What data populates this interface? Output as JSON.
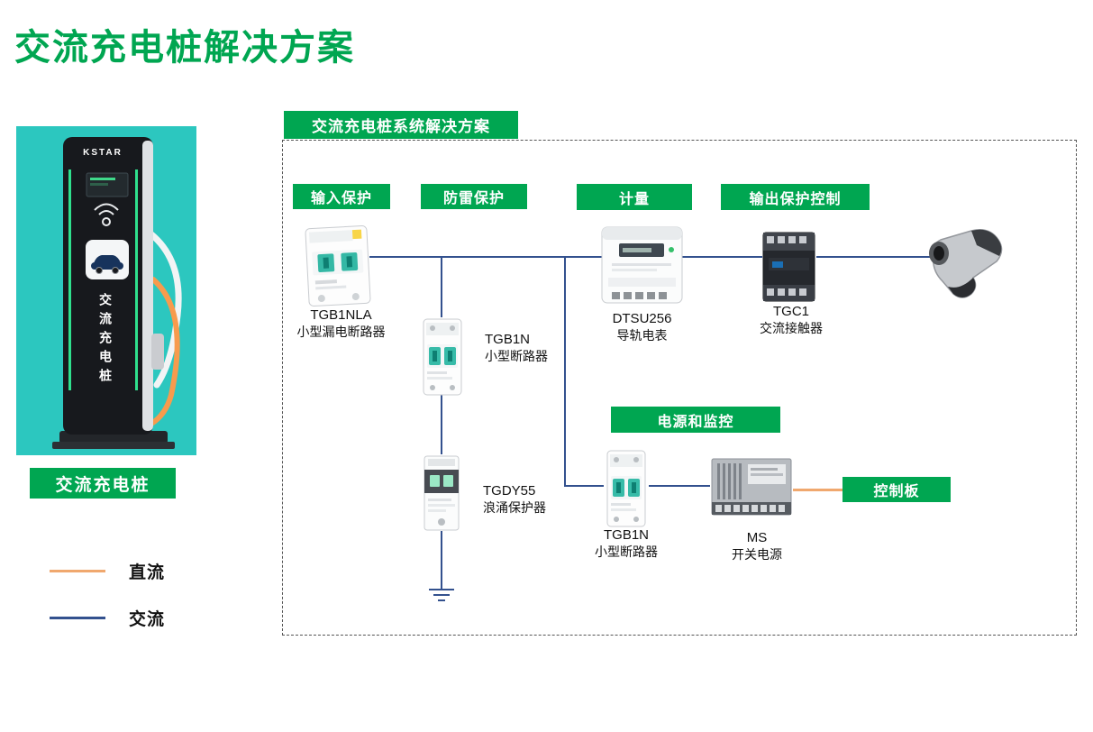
{
  "page": {
    "title": "交流充电桩解决方案"
  },
  "product": {
    "brand": "KSTAR",
    "vertical_text": "交流充电桩",
    "label": "交流充电桩"
  },
  "legend": {
    "dc": "直流",
    "ac": "交流"
  },
  "diagram": {
    "header": "交流充电桩系统解决方案",
    "labels": {
      "input_protection": "输入保护",
      "surge_protection": "防雷保护",
      "metering": "计量",
      "output_control": "输出保护控制",
      "power_monitor": "电源和监控",
      "control_board": "控制板"
    },
    "components": {
      "tgb1nla": {
        "model": "TGB1NLA",
        "desc": "小型漏电断路器"
      },
      "tgb1n_top": {
        "model": "TGB1N",
        "desc": "小型断路器"
      },
      "dtsu256": {
        "model": "DTSU256",
        "desc": "导轨电表"
      },
      "tgc1": {
        "model": "TGC1",
        "desc": "交流接触器"
      },
      "tgdy55": {
        "model": "TGDY55",
        "desc": "浪涌保护器"
      },
      "tgb1n_bottom": {
        "model": "TGB1N",
        "desc": "小型断路器"
      },
      "ms": {
        "model": "MS",
        "desc": "开关电源"
      }
    }
  },
  "colors": {
    "green": "#00A651",
    "teal": "#2CC7BF",
    "ac": "#33518E",
    "dc": "#F0A86E"
  }
}
